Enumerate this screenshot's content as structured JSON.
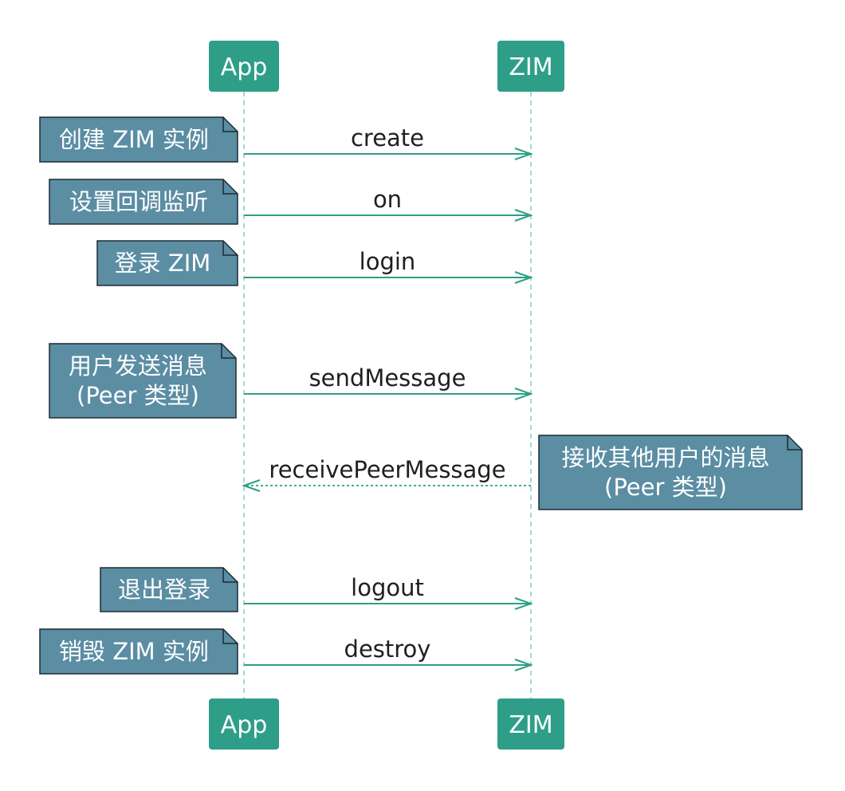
{
  "colors": {
    "participant_fill": "#2e9e88",
    "lifeline": "#7fcfbf",
    "arrow": "#2e9e88",
    "note_fill": "#5b8da3",
    "note_stroke": "#1e2b33",
    "text": "#1f1f1f"
  },
  "participants": [
    {
      "id": "app",
      "label": "App"
    },
    {
      "id": "zim",
      "label": "ZIM"
    }
  ],
  "messages": [
    {
      "label": "create",
      "from": "app",
      "to": "zim",
      "style": "solid"
    },
    {
      "label": "on",
      "from": "app",
      "to": "zim",
      "style": "solid"
    },
    {
      "label": "login",
      "from": "app",
      "to": "zim",
      "style": "solid"
    },
    {
      "label": "sendMessage",
      "from": "app",
      "to": "zim",
      "style": "solid"
    },
    {
      "label": "receivePeerMessage",
      "from": "zim",
      "to": "app",
      "style": "dashed"
    },
    {
      "label": "logout",
      "from": "app",
      "to": "zim",
      "style": "solid"
    },
    {
      "label": "destroy",
      "from": "app",
      "to": "zim",
      "style": "solid"
    }
  ],
  "notes": [
    {
      "side": "left",
      "lines": [
        "创建 ZIM 实例"
      ]
    },
    {
      "side": "left",
      "lines": [
        "设置回调监听"
      ]
    },
    {
      "side": "left",
      "lines": [
        "登录 ZIM"
      ]
    },
    {
      "side": "left",
      "lines": [
        "用户发送消息",
        "(Peer 类型)"
      ]
    },
    {
      "side": "right",
      "lines": [
        "接收其他用户的消息",
        "(Peer 类型)"
      ]
    },
    {
      "side": "left",
      "lines": [
        "退出登录"
      ]
    },
    {
      "side": "left",
      "lines": [
        "销毁 ZIM 实例"
      ]
    }
  ]
}
